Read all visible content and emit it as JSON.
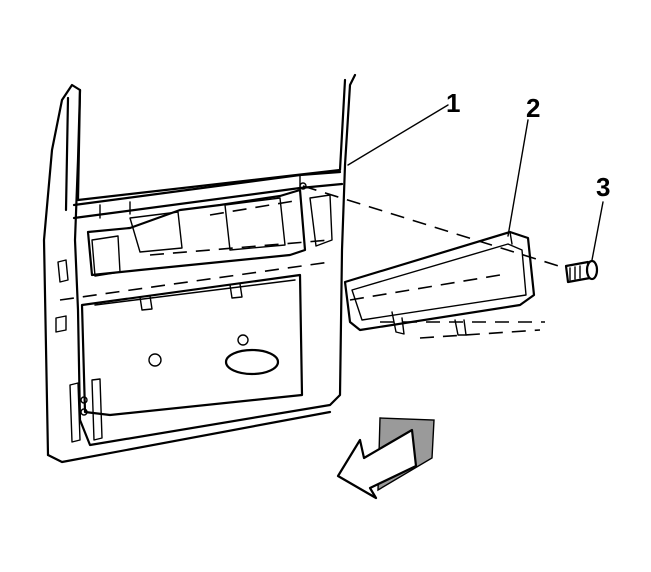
{
  "callouts": [
    {
      "id": "1",
      "label": "1"
    },
    {
      "id": "2",
      "label": "2"
    },
    {
      "id": "3",
      "label": "3"
    }
  ],
  "colors": {
    "line": "#000000",
    "background": "#ffffff",
    "arrow_shade": "#9a9a9a"
  },
  "icons": {
    "front_arrow": "direction-arrow-icon"
  }
}
